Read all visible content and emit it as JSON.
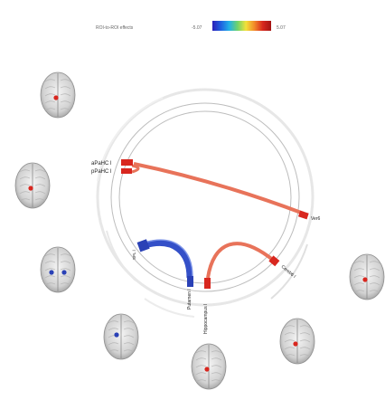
{
  "legend": {
    "title": "ROI-to-ROI effects",
    "min_label": "-5.07",
    "max_label": "5.07",
    "colormap": [
      "#2b1fb8",
      "#1f5fe0",
      "#22b0e8",
      "#6fd36a",
      "#f2e13a",
      "#f28a28",
      "#d8281f",
      "#a31414"
    ]
  },
  "colors": {
    "positive": "#e8735a",
    "negative": "#3450c8",
    "node_red": "#d8271f",
    "node_blue": "#2a41b6",
    "ring": "#c4c4c4"
  },
  "rois": [
    {
      "id": "aPaHC1",
      "label": "aPaHC l",
      "color": "#d8271f"
    },
    {
      "id": "pPaHC",
      "label": "pPaHC l",
      "color": "#d8271f"
    },
    {
      "id": "Ver6",
      "label": "Ver6",
      "color": "#d8271f"
    },
    {
      "id": "Cereb6",
      "label": "Cereb6 l",
      "color": "#d8271f"
    },
    {
      "id": "Hippocampus",
      "label": "Hippocampus l",
      "color": "#d8271f"
    },
    {
      "id": "Putamen",
      "label": "Putamen l",
      "color": "#2a41b6"
    },
    {
      "id": "SPL",
      "label": "SPL l",
      "color": "#2a41b6"
    }
  ],
  "connections": [
    {
      "from": "aPaHC1",
      "to": "Ver6",
      "sign": "positive"
    },
    {
      "from": "Hippocampus",
      "to": "Cereb6",
      "sign": "positive"
    },
    {
      "from": "SPL",
      "to": "Putamen",
      "sign": "negative"
    }
  ],
  "brains": [
    {
      "dot": "red"
    },
    {
      "dot": "red"
    },
    {
      "dot": "blue-pair"
    },
    {
      "dot": "blue"
    },
    {
      "dot": "red"
    },
    {
      "dot": "red"
    },
    {
      "dot": "red"
    }
  ]
}
